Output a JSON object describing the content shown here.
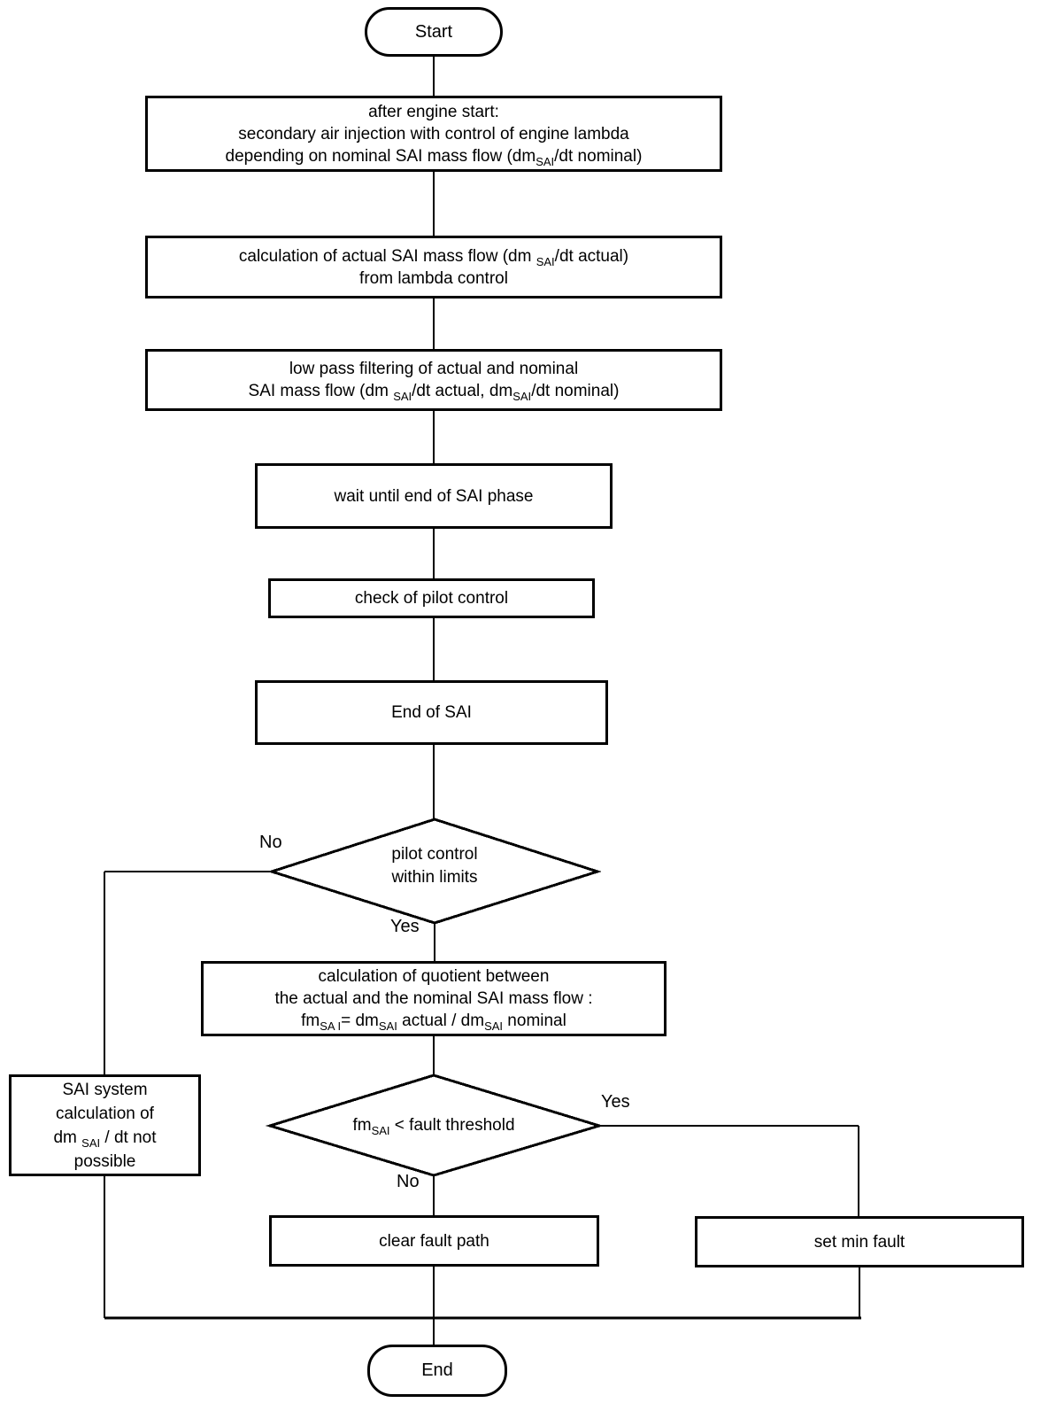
{
  "diagram": {
    "background": "#ffffff",
    "line_color": "#000000",
    "nodes": {
      "start": {
        "type": "terminator",
        "label": "Start"
      },
      "after_engine_start": {
        "type": "process",
        "lines": [
          [
            {
              "t": "after engine start:"
            }
          ],
          [
            {
              "t": "secondary air injection with control of engine lambda"
            }
          ],
          [
            {
              "t": "depending on nominal SAI mass flow (dm"
            },
            {
              "s": "SAI"
            },
            {
              "t": "/dt nominal)"
            }
          ]
        ]
      },
      "calc_actual_flow": {
        "type": "process",
        "lines": [
          [
            {
              "t": "calculation of actual SAI mass flow (dm "
            },
            {
              "s": "SAI"
            },
            {
              "t": "/dt actual)"
            }
          ],
          [
            {
              "t": "from lambda control"
            }
          ]
        ]
      },
      "low_pass_filter": {
        "type": "process",
        "lines": [
          [
            {
              "t": "low pass filtering of actual and nominal"
            }
          ],
          [
            {
              "t": "SAI mass flow (dm "
            },
            {
              "s": "SAI"
            },
            {
              "t": "/dt actual, dm"
            },
            {
              "s": "SAI"
            },
            {
              "t": "/dt nominal)"
            }
          ]
        ]
      },
      "wait_end_sai": {
        "type": "process",
        "lines": [
          [
            {
              "t": "wait until end of SAI phase"
            }
          ]
        ]
      },
      "check_pilot": {
        "type": "process",
        "lines": [
          [
            {
              "t": "check of pilot control"
            }
          ]
        ]
      },
      "end_of_sai": {
        "type": "process",
        "lines": [
          [
            {
              "t": "End of SAI"
            }
          ]
        ]
      },
      "pilot_within_limits": {
        "type": "decision",
        "lines": [
          [
            {
              "t": "pilot control"
            }
          ],
          [
            {
              "t": "within limits"
            }
          ]
        ]
      },
      "calc_quotient": {
        "type": "process",
        "lines": [
          [
            {
              "t": "calculation of quotient between"
            }
          ],
          [
            {
              "t": "the actual and the nominal SAI mass flow :"
            }
          ],
          [
            {
              "t": "fm"
            },
            {
              "s": "SA I"
            },
            {
              "t": "= dm"
            },
            {
              "s": "SAI"
            },
            {
              "t": " actual / dm"
            },
            {
              "s": "SAI"
            },
            {
              "t": " nominal"
            }
          ]
        ]
      },
      "fault_threshold": {
        "type": "decision",
        "lines": [
          [
            {
              "t": "fm"
            },
            {
              "s": "SAI"
            },
            {
              "t": " < fault threshold"
            }
          ]
        ]
      },
      "sai_not_possible": {
        "type": "process",
        "lines": [
          [
            {
              "t": "SAI system"
            }
          ],
          [
            {
              "t": "calculation of"
            }
          ],
          [
            {
              "t": "dm "
            },
            {
              "s": "SAI"
            },
            {
              "t": " / dt not"
            }
          ],
          [
            {
              "t": "possible"
            }
          ]
        ]
      },
      "clear_fault_path": {
        "type": "process",
        "lines": [
          [
            {
              "t": "clear fault path"
            }
          ]
        ]
      },
      "set_min_fault": {
        "type": "process",
        "lines": [
          [
            {
              "t": "set min fault"
            }
          ]
        ]
      },
      "end": {
        "type": "terminator",
        "label": "End"
      }
    },
    "edge_labels": {
      "pilot_no": "No",
      "pilot_yes": "Yes",
      "threshold_yes": "Yes",
      "threshold_no": "No"
    }
  }
}
